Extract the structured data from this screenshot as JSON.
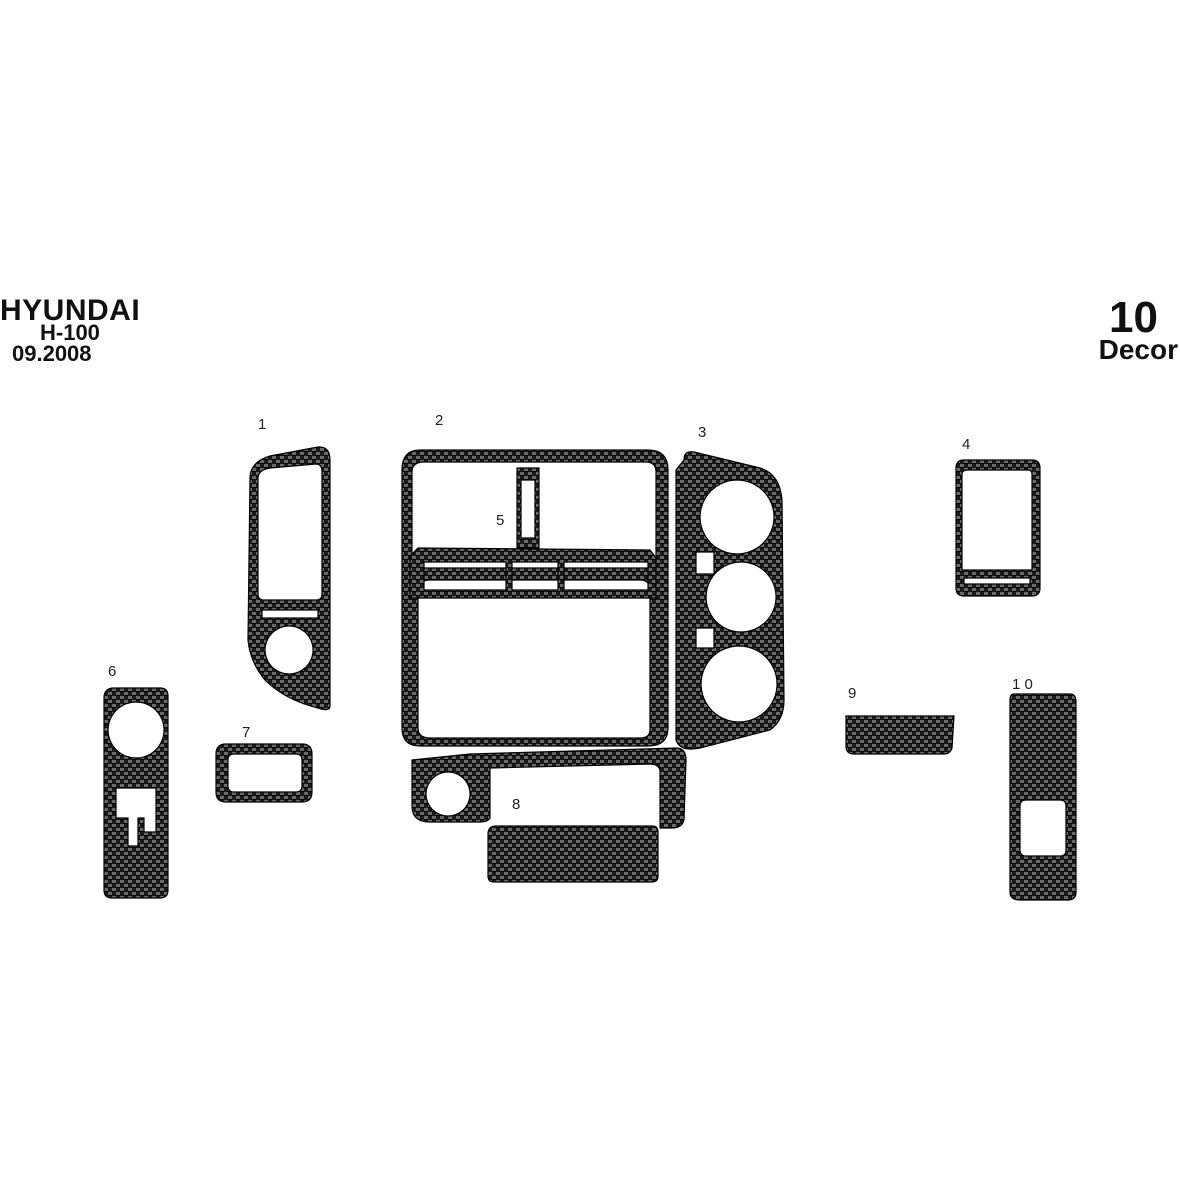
{
  "header": {
    "brand": "HYUNDAI",
    "model": "H-100",
    "date": "09.2008",
    "piece_count": "10",
    "set_name": "Decor"
  },
  "parts": [
    {
      "label": "1"
    },
    {
      "label": "2"
    },
    {
      "label": "3"
    },
    {
      "label": "4"
    },
    {
      "label": "5"
    },
    {
      "label": "6"
    },
    {
      "label": "7"
    },
    {
      "label": "8"
    },
    {
      "label": "9"
    },
    {
      "label": "1 0"
    }
  ],
  "colors": {
    "carbon_dark": "#1a1a1a",
    "carbon_light": "#5a5a5a",
    "outline": "#000000",
    "background": "#ffffff"
  },
  "pattern": "carbon-fiber-weave"
}
